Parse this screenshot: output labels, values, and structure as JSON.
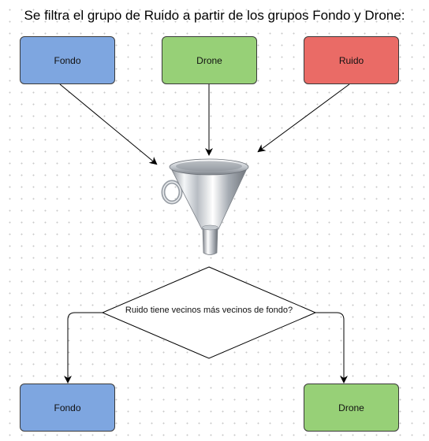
{
  "title": "Se filtra el grupo de Ruido a partir de los grupos Fondo y Drone:",
  "nodes": {
    "fondo_top": {
      "label": "Fondo",
      "color": "#7EA6E0"
    },
    "drone_top": {
      "label": "Drone",
      "color": "#97D077"
    },
    "ruido_top": {
      "label": "Ruido",
      "color": "#EA6B66"
    },
    "decision": {
      "label": "Ruido tiene vecinos más vecinos de fondo?"
    },
    "fondo_bottom": {
      "label": "Fondo",
      "color": "#7EA6E0"
    },
    "drone_bottom": {
      "label": "Drone",
      "color": "#97D077"
    }
  },
  "icons": {
    "funnel": "funnel-icon"
  }
}
